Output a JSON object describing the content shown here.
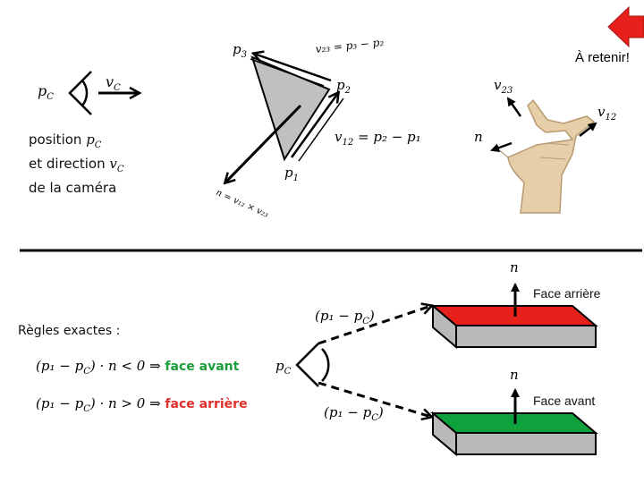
{
  "header": {
    "retain_label": "À retenir!"
  },
  "camera": {
    "pc": "p",
    "pc_sub": "C",
    "vc": "v",
    "vc_sub": "C",
    "caption_line1": "position ",
    "caption_line2": "et direction ",
    "caption_line3": "de la caméra"
  },
  "triangle": {
    "p1": "p",
    "p1_sub": "1",
    "p2": "p",
    "p2_sub": "2",
    "p3": "p",
    "p3_sub": "3",
    "v23_eq": "v₂₃ = p₃ − p₂",
    "v12_eq": "= p₂ − p₁",
    "v12_lhs": "v",
    "v12_sub": "12",
    "n_eq": "n = v₁₂ × v₂₃"
  },
  "hand": {
    "v23": "v",
    "v23_sub": "23",
    "v12": "v",
    "v12_sub": "12",
    "n": "n"
  },
  "rules": {
    "title": "Règles exactes :",
    "rule1_expr": "(p₁ − p",
    "rule1_sub": "C",
    "rule1_tail": ") · n < 0 ⇒ ",
    "rule1_result": "face avant",
    "rule2_expr": "(p₁ − p",
    "rule2_sub": "C",
    "rule2_tail": ") · n > 0 ⇒ ",
    "rule2_result": "face arrière"
  },
  "faces": {
    "pc": "p",
    "pc_sub": "C",
    "top_vec": "(p₁ − p",
    "top_vec_sub": "C",
    "top_vec_tail": ")",
    "bottom_vec": "(p₁ − p",
    "bottom_vec_sub": "C",
    "bottom_vec_tail": ")",
    "n_top": "n",
    "n_bottom": "n",
    "back_label": "Face arrière",
    "front_label": "Face avant"
  },
  "colors": {
    "back_face": "#e8201c",
    "front_face": "#0fa23c",
    "box_side": "#b9b9b9",
    "triangle_fill": "#c0c0c0",
    "arrow_red": "#e8201c",
    "hand_skin": "#e6cfa8"
  }
}
